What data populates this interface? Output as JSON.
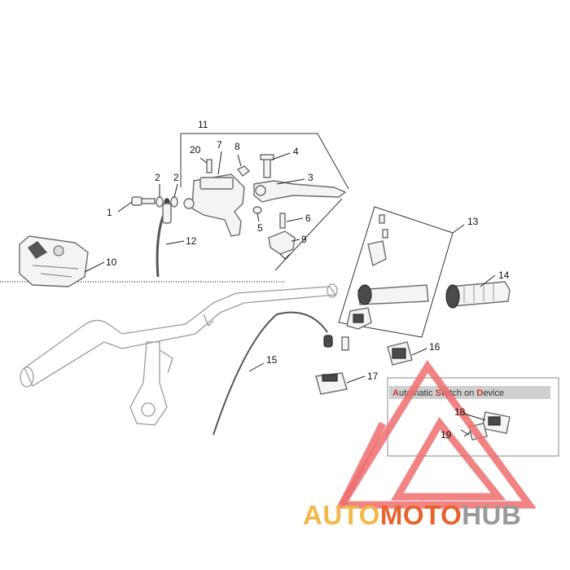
{
  "diagram": {
    "callouts": [
      "1",
      "2",
      "2",
      "3",
      "4",
      "5",
      "6",
      "7",
      "8",
      "9",
      "10",
      "11",
      "12",
      "13",
      "14",
      "15",
      "16",
      "17",
      "18",
      "19",
      "20"
    ]
  },
  "inset": {
    "title_parts": [
      "A",
      "utomatic ",
      "S",
      "witch on ",
      "D",
      "evice"
    ]
  },
  "watermark": {
    "part1": "AUTO",
    "part2": "MOTO",
    "part3": "HUB",
    "colors": {
      "auto": "#f4b74a",
      "moto": "#e8622c",
      "hub": "#9a9a9a",
      "triangle": "#ef6d6d"
    }
  }
}
